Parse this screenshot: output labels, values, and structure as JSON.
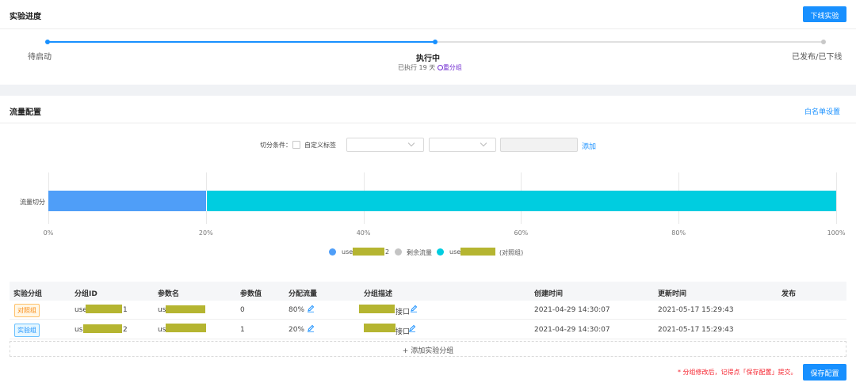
{
  "progress": {
    "title": "实验进度",
    "offline_button": "下线实验",
    "steps": [
      {
        "label": "待启动"
      },
      {
        "label": "执行中",
        "sub": "已执行 19 天",
        "regroup": "重分组"
      },
      {
        "label": "已发布/已下线"
      }
    ]
  },
  "traffic": {
    "title": "流量配置",
    "whitelist_link": "白名单设置",
    "filter": {
      "label": "切分条件：",
      "custom_tag": "自定义标签",
      "add_link": "添加"
    },
    "chart_data": {
      "type": "bar",
      "orientation": "horizontal",
      "stacked": true,
      "categories": [
        "流量切分"
      ],
      "series": [
        {
          "name": "use…2",
          "values": [
            20
          ],
          "color": "#4f9ef8"
        },
        {
          "name": "剩余流量",
          "values": [
            0
          ],
          "color": "#c4c4c4"
        },
        {
          "name": "use…(对照组)",
          "values": [
            80
          ],
          "color": "#00cde0"
        }
      ],
      "xlim": [
        0,
        100
      ],
      "xticks": [
        "0%",
        "20%",
        "40%",
        "60%",
        "80%",
        "100%"
      ],
      "grid": true,
      "legend": "bottom"
    },
    "legend": [
      {
        "prefix": "use",
        "suffix": "2",
        "color": "#4f9ef8"
      },
      {
        "prefix": "剩余流量",
        "suffix": "",
        "color": "#c4c4c4"
      },
      {
        "prefix": "use",
        "suffix": "(对照组)",
        "color": "#00cde0"
      }
    ],
    "table": {
      "headers": [
        "实验分组",
        "分组ID",
        "参数名",
        "参数值",
        "分配流量",
        "分组描述",
        "创建时间",
        "更新时间",
        "发布"
      ],
      "rows": [
        {
          "group": "对照组",
          "id_prefix": "use",
          "id_suffix": "1",
          "param_prefix": "us",
          "value": "0",
          "traffic": "80%",
          "desc_suffix": "接口",
          "created": "2021-04-29 14:30:07",
          "updated": "2021-05-17 15:29:43",
          "tag_color": "#fa8c16",
          "tag_bg": "#fff7e6"
        },
        {
          "group": "实验组",
          "id_prefix": "us",
          "id_suffix": "2",
          "param_prefix": "us",
          "value": "1",
          "traffic": "20%",
          "desc_suffix": "接口",
          "created": "2021-04-29 14:30:07",
          "updated": "2021-05-17 15:29:43",
          "tag_color": "#1890ff",
          "tag_bg": "#e6f7ff"
        }
      ],
      "add_group": "+ 添加实验分组"
    },
    "footer_note": "* 分组修改后，记得点「保存配置」提交。",
    "save_button": "保存配置"
  }
}
